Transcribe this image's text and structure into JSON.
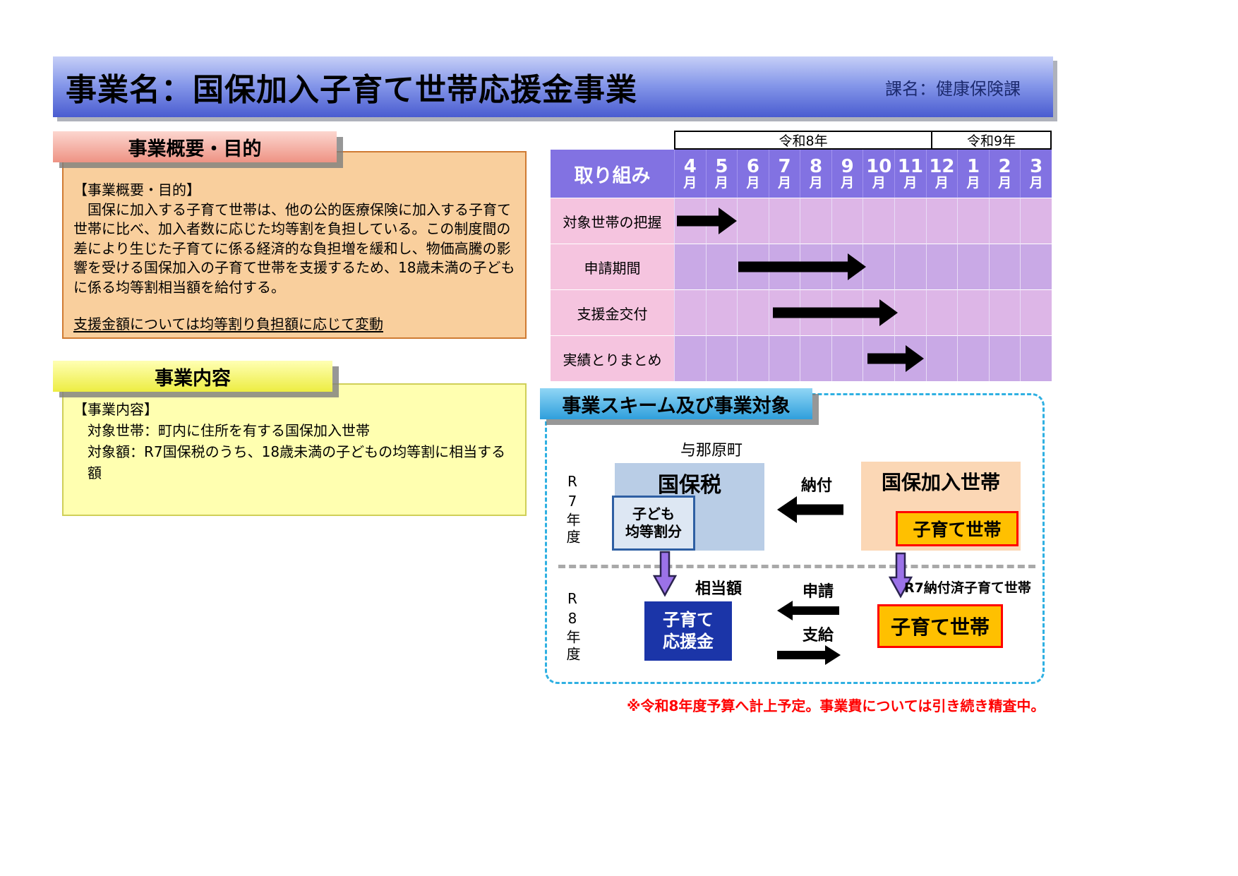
{
  "header": {
    "title": "事業名：国保加入子育て世帯応援金事業",
    "department": "課名：健康保険課"
  },
  "overview": {
    "section_title": "事業概要・目的",
    "heading": "【事業概要・目的】",
    "body": "　国保に加入する子育て世帯は、他の公的医療保険に加入する子育て世帯に比べ、加入者数に応じた均等割を負担している。この制度間の差により生じた子育てに係る経済的な負担増を緩和し、物価高騰の影響を受ける国保加入の子育て世帯を支援するため、18歳未満の子どもに係る均等割相当額を給付する。",
    "note": "支援金額については均等割り負担額に応じて変動"
  },
  "business": {
    "section_title": "事業内容",
    "heading": "【事業内容】",
    "lines": [
      "対象世帯：町内に住所を有する国保加入世帯",
      "対象額：R7国保税のうち、18歳未満の子どもの均等割に相当する額"
    ]
  },
  "gantt": {
    "corner_label": "取り組み",
    "years": [
      {
        "label": "令和8年",
        "span": 9
      },
      {
        "label": "令和9年",
        "span": 3
      }
    ],
    "months": [
      "4月",
      "5月",
      "6月",
      "7月",
      "8月",
      "9月",
      "10月",
      "11月",
      "12月",
      "1月",
      "2月",
      "3月"
    ],
    "rows": [
      {
        "label": "対象世帯の把握",
        "arrow": {
          "start": 0.05,
          "end": 2.0
        }
      },
      {
        "label": "申請期間",
        "arrow": {
          "start": 2.0,
          "end": 6.1
        }
      },
      {
        "label": "支援金交付",
        "arrow": {
          "start": 3.1,
          "end": 7.1
        }
      },
      {
        "label": "実績とりまとめ",
        "arrow": {
          "start": 6.1,
          "end": 7.95
        }
      }
    ]
  },
  "scheme": {
    "section_title": "事業スキーム及び事業対象",
    "town_label": "与那原町",
    "fy7_label": "R7年度",
    "fy8_label": "R8年度",
    "tax_box": "国保税",
    "child_share_box": "子ども\n均等割分",
    "pay_label": "納付",
    "household_box": "国保加入世帯",
    "childcare_box_top": "子育て世帯",
    "equivalent_label": "相当額",
    "support_box": "子育て\n応援金",
    "apply_label": "申請",
    "grant_label": "支給",
    "paid_household_label": "R7納付済子育て世帯",
    "childcare_box_bottom": "子育て世帯"
  },
  "footnote": "※令和8年度予算へ計上予定。事業費については引き続き精査中。",
  "colors": {
    "title_bar_blue": "#4a5cd0",
    "overview_header_pink": "#ee9384",
    "overview_box_orange": "#f9cf9d",
    "business_header_yellow": "#eded42",
    "business_box_yellow": "#ffffb0",
    "gantt_header_purple": "#8272e2",
    "gantt_label_pink": "#f5c4df",
    "gantt_track_purple": "#c9a9e6",
    "gantt_track_pink_purple": "#ddb6e7",
    "timeline_arrow_black": "#000000",
    "scheme_header_blue": "#2f9fdc",
    "scheme_border_cyan": "#2fb0e2",
    "tax_box_blue": "#b9cde6",
    "child_share_border_blue": "#2e5fa3",
    "household_box_peach": "#fbd7b5",
    "highlight_orange": "#ffc000",
    "highlight_border_red": "#ff0000",
    "support_box_navy": "#1b35a8",
    "purple_arrow": "#9b72e8",
    "footnote_red": "#ff0000"
  }
}
